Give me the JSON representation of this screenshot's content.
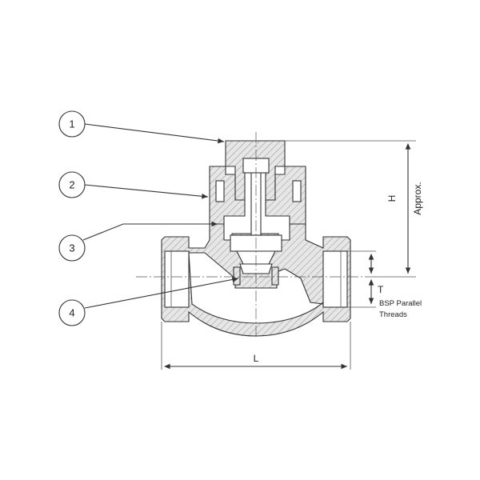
{
  "callouts": [
    "1",
    "2",
    "3",
    "4"
  ],
  "dimensions": {
    "height_label": "H",
    "height_note": "Approx.",
    "length_label": "L",
    "thread_label": "T"
  },
  "thread_note": [
    "BSP Parallel",
    "Threads"
  ]
}
